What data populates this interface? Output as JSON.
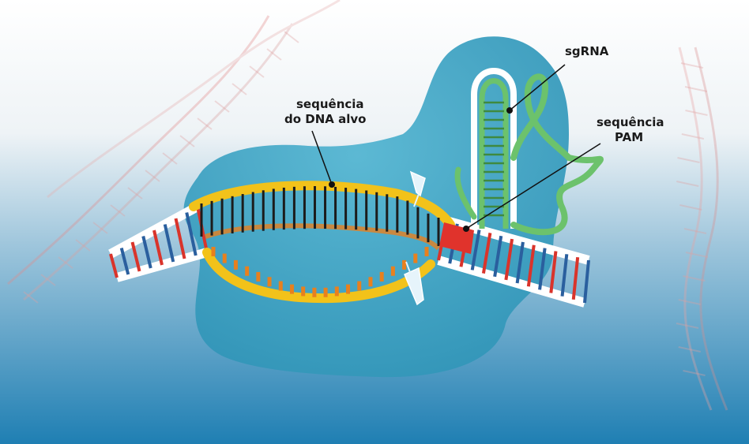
{
  "labels": {
    "target_dna_line1": "sequência",
    "target_dna_line2": "do DNA alvo",
    "sgrna": "sgRNA",
    "pam_line1": "sequência",
    "pam_line2": "PAM"
  },
  "colors": {
    "background_top": "#ffffff",
    "background_bottom": "#1f7fb3",
    "cas9_protein": "#3aa3c4",
    "target_dna_backbone": "#f2c21a",
    "target_dna_bases": "#e8801e",
    "outer_dna": "#cfd3d8",
    "dna_base_red": "#d9342b",
    "dna_base_blue": "#2a5f9e",
    "sgrna": "#6cc26c",
    "pam": "#e0332c",
    "cut_marker": "#e6f4fb"
  },
  "icons": {
    "cut_marker": "scissor-cut-arrow-icon"
  }
}
